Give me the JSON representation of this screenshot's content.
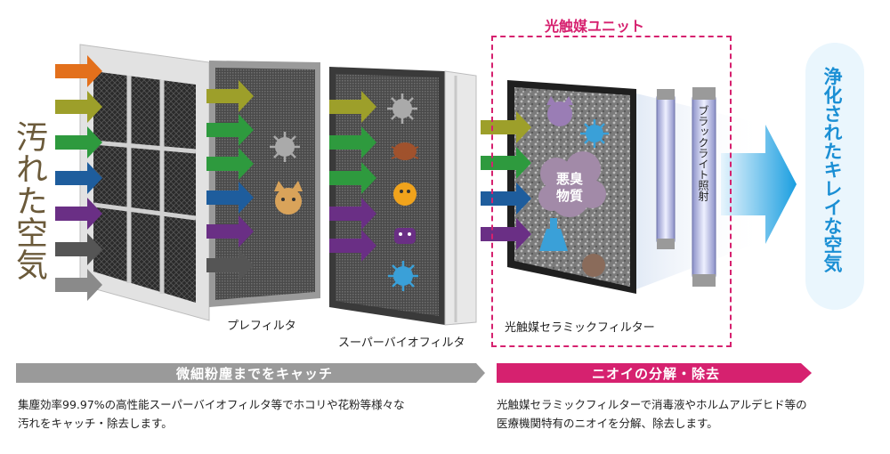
{
  "dirty_air_label": "汚れた空気",
  "clean_air_label": "浄化されたキレイな空気",
  "unit_label": "光触媒ユニット",
  "pre_filter_label": "プレフィルタ",
  "super_bio_filter_label": "スーパーバイオフィルタ",
  "ceramic_filter_label": "光触媒セラミックフィルター",
  "black_light_label": "ブラックライト照射",
  "odor_label": "悪臭物質",
  "left_bar_label": "微細粉塵までをキャッチ",
  "right_bar_label": "ニオイの分解・除去",
  "left_desc_line1": "集塵効率99.97%の高性能スーパーバイオフィルタ等でホコリや花粉等様々な",
  "left_desc_line2": "汚れをキャッチ・除去します。",
  "right_desc_line1": "光触媒セラミックフィルターで消毒液やホルムアルデヒド等の",
  "right_desc_line2": "医療機関特有のニオイを分解、除去します。",
  "colors": {
    "unit_accent": "#d6216f",
    "clean_air": "#1b8fd4",
    "dirty_air": "#6b5a3a",
    "left_bar": "#9a9a9a",
    "right_bar": "#d6216f",
    "arrow_colors": [
      "#e3701c",
      "#9d9f2a",
      "#2e9a3e",
      "#1e5d9d",
      "#6a2f85",
      "#555555",
      "#8a8a8a"
    ]
  },
  "icons": [
    "virus-icon",
    "cat-icon",
    "mite-icon",
    "pollen-icon",
    "bacteria-icon",
    "flask-icon",
    "mold-icon"
  ]
}
